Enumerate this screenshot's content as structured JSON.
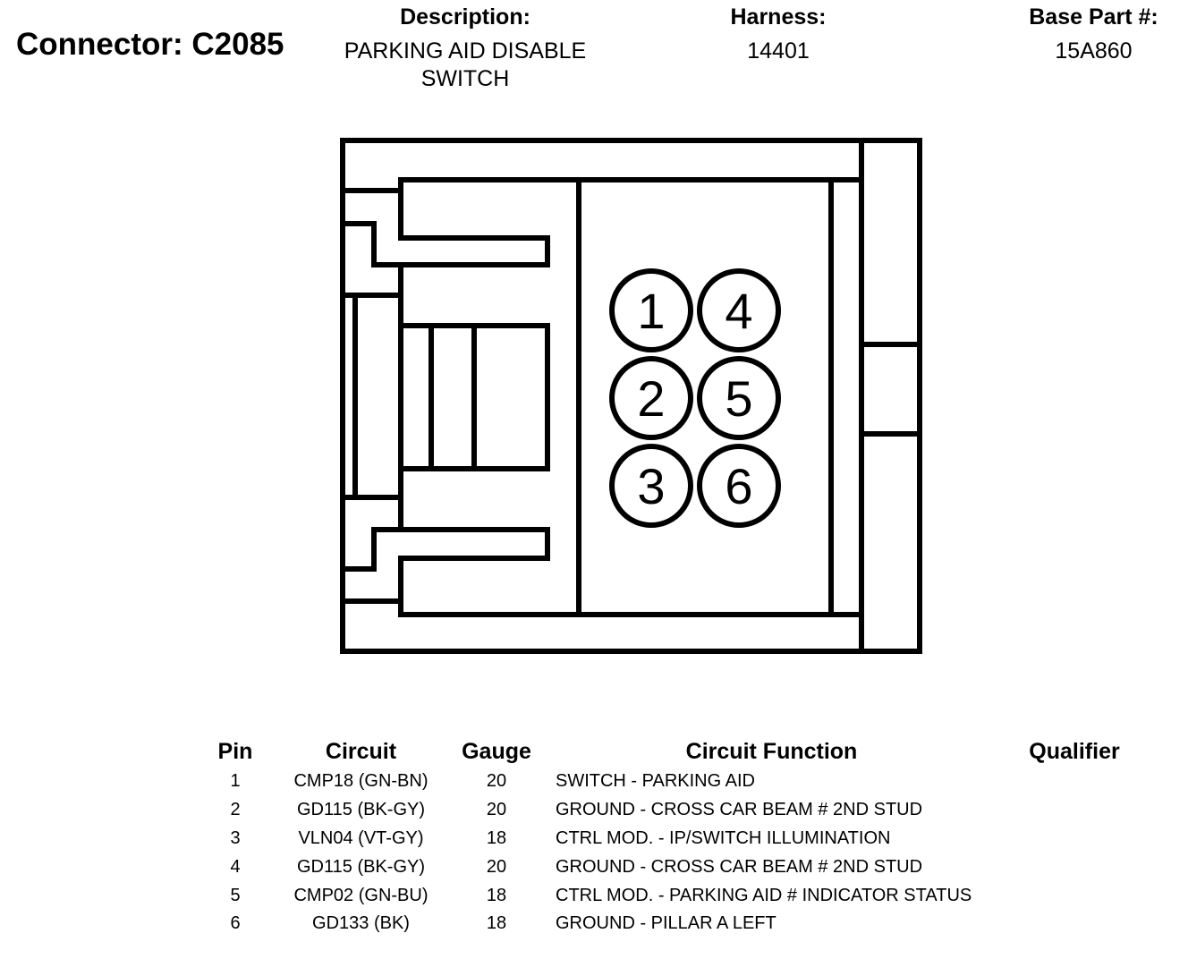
{
  "connector": {
    "title": "Connector: C2085",
    "description_label": "Description:",
    "description_line1": "PARKING AID DISABLE",
    "description_line2": "SWITCH",
    "harness_label": "Harness:",
    "harness_value": "14401",
    "base_part_label": "Base Part #:",
    "base_part_value": "15A860"
  },
  "diagram": {
    "pin_labels": [
      "1",
      "2",
      "3",
      "4",
      "5",
      "6"
    ]
  },
  "pin_table": {
    "headers": {
      "pin": "Pin",
      "circuit": "Circuit",
      "gauge": "Gauge",
      "function": "Circuit Function",
      "qualifier": "Qualifier"
    },
    "rows": [
      {
        "pin": "1",
        "circuit": "CMP18 (GN-BN)",
        "gauge": "20",
        "function": "SWITCH - PARKING AID",
        "qualifier": ""
      },
      {
        "pin": "2",
        "circuit": "GD115 (BK-GY)",
        "gauge": "20",
        "function": "GROUND - CROSS CAR BEAM # 2ND STUD",
        "qualifier": ""
      },
      {
        "pin": "3",
        "circuit": "VLN04 (VT-GY)",
        "gauge": "18",
        "function": "CTRL MOD. - IP/SWITCH ILLUMINATION",
        "qualifier": ""
      },
      {
        "pin": "4",
        "circuit": "GD115 (BK-GY)",
        "gauge": "20",
        "function": "GROUND - CROSS CAR BEAM # 2ND STUD",
        "qualifier": ""
      },
      {
        "pin": "5",
        "circuit": "CMP02 (GN-BU)",
        "gauge": "18",
        "function": "CTRL MOD. - PARKING AID # INDICATOR STATUS",
        "qualifier": ""
      },
      {
        "pin": "6",
        "circuit": "GD133 (BK)",
        "gauge": "18",
        "function": "GROUND - PILLAR A LEFT",
        "qualifier": ""
      }
    ]
  }
}
